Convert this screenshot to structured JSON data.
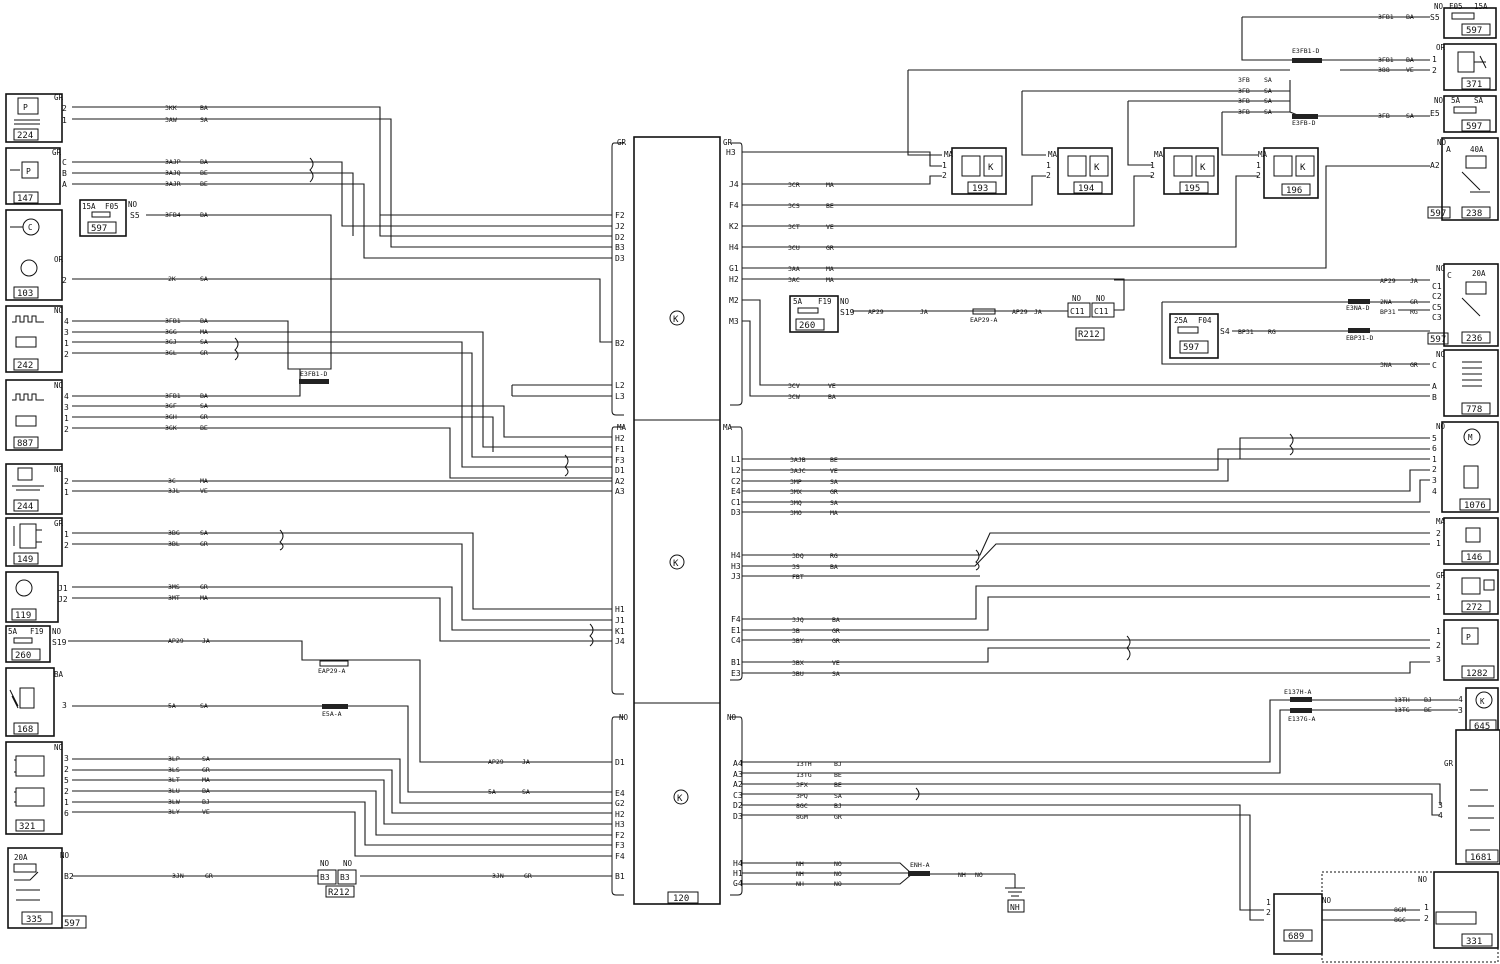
{
  "ecu": {
    "number": "120",
    "sections": [
      {
        "left_color": "GR",
        "right_color": "GR"
      },
      {
        "left_color": "MA",
        "right_color": "MA"
      },
      {
        "left_color": "NO",
        "right_color": "NO"
      }
    ],
    "left_pins": [
      "F2",
      "J2",
      "D2",
      "B3",
      "D3",
      "B2",
      "L2",
      "L3",
      "MA",
      "H2",
      "F1",
      "F3",
      "D1",
      "A2",
      "A3",
      "H1",
      "J1",
      "K1",
      "J4",
      "D1",
      "E4",
      "G2",
      "H2",
      "H3",
      "F2",
      "F3",
      "F4",
      "B1"
    ],
    "right_pins": [
      "H3",
      "J4",
      "F4",
      "K2",
      "H4",
      "G1",
      "H2",
      "M2",
      "M3",
      "L1",
      "L2",
      "C2",
      "E4",
      "C1",
      "D3",
      "H4",
      "H3",
      "J3",
      "F4",
      "E1",
      "C4",
      "B1",
      "E3",
      "A4",
      "A3",
      "A2",
      "C3",
      "D2",
      "D3",
      "H4",
      "H1",
      "G4"
    ]
  },
  "left_components": [
    {
      "number": "224",
      "color": "GR",
      "pins": [
        "2",
        "1"
      ]
    },
    {
      "number": "147",
      "color": "GR",
      "pins": [
        "C",
        "B",
        "A"
      ]
    },
    {
      "number": "597",
      "label": "15A",
      "fuse": "F05",
      "color": "NO",
      "pin": "S5"
    },
    {
      "number": "103",
      "color": "OR",
      "pins": [
        "2"
      ]
    },
    {
      "number": "242",
      "color": "NO",
      "pins": [
        "4",
        "3",
        "1",
        "2"
      ]
    },
    {
      "number": "887",
      "color": "NO",
      "pins": [
        "4",
        "3",
        "1",
        "2"
      ]
    },
    {
      "number": "244",
      "color": "NO",
      "pins": [
        "2",
        "1"
      ]
    },
    {
      "number": "149",
      "color": "GR",
      "pins": [
        "1",
        "2"
      ]
    },
    {
      "number": "119",
      "pins": [
        "J1",
        "J2"
      ]
    },
    {
      "number": "260",
      "label": "5A",
      "fuse": "F19",
      "color": "NO",
      "pin": "S19"
    },
    {
      "number": "168",
      "color": "BA",
      "pins": [
        "3"
      ]
    },
    {
      "number": "321",
      "color": "NO",
      "pins": [
        "3",
        "2",
        "5",
        "2",
        "1",
        "6"
      ]
    },
    {
      "number": "335",
      "label": "20A",
      "color": "NO",
      "pin": "B2",
      "ref": "597"
    }
  ],
  "right_components": [
    {
      "number": "597",
      "color": "NO",
      "fuse": "F05",
      "label": "15A",
      "pin": "S5"
    },
    {
      "number": "371",
      "color": "OR",
      "pins": [
        "1",
        "2"
      ]
    },
    {
      "number": "597",
      "color": "NO",
      "fuse": "5A",
      "label": "SA",
      "pin": "E5"
    },
    {
      "number": "238",
      "color": "NO",
      "label": "40A",
      "pins": [
        "A",
        "A2"
      ],
      "ref": "597"
    },
    {
      "number": "236",
      "color": "NO",
      "label": "20A",
      "pins": [
        "C",
        "C1",
        "C2",
        "C5",
        "C3"
      ],
      "ref": "597"
    },
    {
      "number": "778",
      "color": "NO",
      "pins": [
        "C",
        "A",
        "B"
      ]
    },
    {
      "number": "1076",
      "color": "NO",
      "pins": [
        "5",
        "6",
        "1",
        "2",
        "3",
        "4"
      ]
    },
    {
      "number": "146",
      "color": "MA",
      "pins": [
        "2",
        "1"
      ]
    },
    {
      "number": "272",
      "color": "GR",
      "pins": [
        "2",
        "1"
      ]
    },
    {
      "number": "1282",
      "color": "",
      "pins": [
        "1",
        "2",
        "3"
      ]
    },
    {
      "number": "645",
      "pins": [
        "4",
        "3"
      ]
    },
    {
      "number": "1681",
      "color": "GR",
      "pins": [
        "3",
        "4"
      ]
    },
    {
      "number": "331",
      "color": "NO",
      "pins": [
        "1",
        "2"
      ]
    },
    {
      "number": "689",
      "color": "NO",
      "pins": [
        "1",
        "2"
      ]
    }
  ],
  "relays": [
    {
      "number": "193",
      "color": "MA",
      "pins": [
        "1",
        "2"
      ]
    },
    {
      "number": "194",
      "color": "MA",
      "pins": [
        "1",
        "2"
      ]
    },
    {
      "number": "195",
      "color": "MA",
      "pins": [
        "1",
        "2"
      ]
    },
    {
      "number": "196",
      "color": "MA",
      "pins": [
        "1",
        "2"
      ]
    }
  ],
  "mid_components": [
    {
      "number": "260",
      "label": "5A",
      "fuse": "F19",
      "color": "NO",
      "pin": "S19"
    },
    {
      "number": "R212",
      "pins": [
        "C11",
        "C11"
      ],
      "colors": [
        "NO",
        "NO"
      ]
    },
    {
      "number": "597",
      "label": "25A",
      "fuse": "F04",
      "pin": "S4"
    },
    {
      "number": "R212",
      "pins": [
        "B3",
        "B3"
      ],
      "colors": [
        "NO",
        "NO"
      ]
    },
    {
      "number": "NH"
    }
  ],
  "left_wires": [
    {
      "code": "3KK",
      "color": "BA"
    },
    {
      "code": "3AW",
      "color": "SA"
    },
    {
      "code": "3AJP",
      "color": "BA"
    },
    {
      "code": "3AJQ",
      "color": "BE"
    },
    {
      "code": "3AJR",
      "color": "BE"
    },
    {
      "code": "3FB4",
      "color": "BA"
    },
    {
      "code": "2K",
      "color": "SA"
    },
    {
      "code": "3FB1",
      "color": "BA"
    },
    {
      "code": "3GG",
      "color": "MA"
    },
    {
      "code": "3GJ",
      "color": "SA"
    },
    {
      "code": "3GL",
      "color": "GR"
    },
    {
      "code": "3FB1",
      "color": "BA"
    },
    {
      "code": "3GF",
      "color": "SA"
    },
    {
      "code": "3GH",
      "color": "GR"
    },
    {
      "code": "3GK",
      "color": "BE"
    },
    {
      "code": "3C",
      "color": "MA"
    },
    {
      "code": "3JL",
      "color": "VE"
    },
    {
      "code": "3BG",
      "color": "SA"
    },
    {
      "code": "3BL",
      "color": "GR"
    },
    {
      "code": "3MS",
      "color": "GR"
    },
    {
      "code": "3MT",
      "color": "MA"
    },
    {
      "code": "AP29",
      "color": "JA"
    },
    {
      "code": "5A",
      "color": "SA"
    },
    {
      "code": "3LP",
      "color": "SA"
    },
    {
      "code": "3LS",
      "color": "GR"
    },
    {
      "code": "3LT",
      "color": "MA"
    },
    {
      "code": "3LU",
      "color": "BA"
    },
    {
      "code": "3LW",
      "color": "BJ"
    },
    {
      "code": "3LY",
      "color": "VE"
    },
    {
      "code": "3JN",
      "color": "GR"
    },
    {
      "code": "AP29",
      "color": "JA"
    },
    {
      "code": "5A",
      "color": "SA"
    },
    {
      "code": "3JN",
      "color": "GR"
    }
  ],
  "right_wires": [
    {
      "code": "3CR",
      "color": "MA"
    },
    {
      "code": "3CS",
      "color": "BE"
    },
    {
      "code": "3CT",
      "color": "VE"
    },
    {
      "code": "3CU",
      "color": "GR"
    },
    {
      "code": "3AA",
      "color": "MA"
    },
    {
      "code": "3AC",
      "color": "MA"
    },
    {
      "code": "3CV",
      "color": "VE"
    },
    {
      "code": "3CW",
      "color": "BA"
    },
    {
      "code": "3AJB",
      "color": "BE"
    },
    {
      "code": "3AJC",
      "color": "VE"
    },
    {
      "code": "3MP",
      "color": "SA"
    },
    {
      "code": "3MX",
      "color": "GR"
    },
    {
      "code": "3MQ",
      "color": "SA"
    },
    {
      "code": "3MO",
      "color": "MA"
    },
    {
      "code": "3DQ",
      "color": "RG"
    },
    {
      "code": "3S",
      "color": "BA"
    },
    {
      "code": "FBT",
      "color": ""
    },
    {
      "code": "3JQ",
      "color": "BA"
    },
    {
      "code": "3B",
      "color": "GR"
    },
    {
      "code": "3BY",
      "color": "GR"
    },
    {
      "code": "3BX",
      "color": "VE"
    },
    {
      "code": "3BU",
      "color": "SA"
    },
    {
      "code": "13TH",
      "color": "BJ"
    },
    {
      "code": "13TG",
      "color": "BE"
    },
    {
      "code": "3FX",
      "color": "BE"
    },
    {
      "code": "3PQ",
      "color": "SA"
    },
    {
      "code": "8GC",
      "color": "BJ"
    },
    {
      "code": "8GM",
      "color": "GR"
    },
    {
      "code": "NH",
      "color": "NO"
    },
    {
      "code": "NH",
      "color": "NO"
    },
    {
      "code": "NH",
      "color": "NO"
    },
    {
      "code": "NH",
      "color": "NO"
    },
    {
      "code": "AP29",
      "color": "JA"
    },
    {
      "code": "AP29",
      "color": "JA"
    },
    {
      "code": "AP29",
      "color": "JA"
    },
    {
      "code": "2NA",
      "color": "GR"
    },
    {
      "code": "BP31",
      "color": "RG"
    },
    {
      "code": "BP31",
      "color": "RG"
    },
    {
      "code": "3NA",
      "color": "GR"
    },
    {
      "code": "3FB1",
      "color": "BA"
    },
    {
      "code": "3FB1",
      "color": "BA"
    },
    {
      "code": "388",
      "color": "VE"
    },
    {
      "code": "3FB",
      "color": "SA"
    },
    {
      "code": "3FB",
      "color": "SA"
    },
    {
      "code": "3FB",
      "color": "SA"
    },
    {
      "code": "3FB",
      "color": "SA"
    },
    {
      "code": "3FB",
      "color": "SA"
    },
    {
      "code": "13TH",
      "color": "BJ"
    },
    {
      "code": "13TG",
      "color": "BE"
    },
    {
      "code": "8GM",
      "color": ""
    },
    {
      "code": "8GC",
      "color": ""
    }
  ],
  "splices": [
    "E3FB1-D",
    "E3FB-D",
    "E3FB1-D",
    "EAP29-A",
    "EAP29-A",
    "E5A-A",
    "ENH-A",
    "E3NA-D",
    "EBP31-D",
    "E137H-A",
    "E137G-A"
  ],
  "ground": {
    "wire": "NH",
    "color": "NO",
    "label": "NH"
  },
  "colors": {
    "line": "#1a1a1a",
    "background": "#ffffff"
  }
}
